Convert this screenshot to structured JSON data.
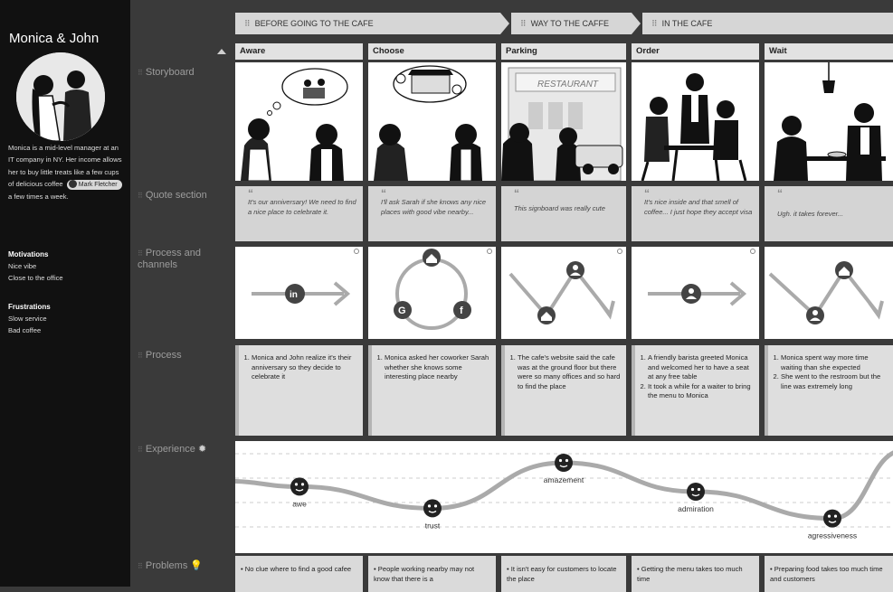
{
  "persona": {
    "name": "Monica & John",
    "description_before": "Monica is a mid-level manager at an IT company in NY. Her income allows her to buy little treats like a few cups of delicious coffee",
    "tag": "Mark Fletcher",
    "description_after": "a few times a week.",
    "motivations_title": "Motivations",
    "motivations": [
      "Nice vibe",
      "Close to the office"
    ],
    "frustrations_title": "Frustrations",
    "frustrations": [
      "Slow service",
      "Bad coffee"
    ]
  },
  "rows": {
    "storyboard": "Storyboard",
    "quote": "Quote section",
    "channels": "Process and channels",
    "process": "Process",
    "experience": "Experience",
    "problems": "Problems"
  },
  "phases": [
    "BEFORE GOING TO THE CAFE",
    "WAY TO THE CAFFE",
    "IN THE CAFE"
  ],
  "stages": [
    "Aware",
    "Choose",
    "Parking",
    "Order",
    "Wait"
  ],
  "storyboard_text": {
    "restaurant_sign": "RESTAURANT"
  },
  "quote_mark": "“",
  "quotes": [
    "It's our anniversary! We need to find a nice place to celebrate it.",
    "I'll ask Sarah if she knows any nice places with good vibe  nearby...",
    "This signboard was really cute",
    "It's nice inside and that smell of coffee... I just hope they accept visa",
    "Ugh. it takes forever..."
  ],
  "process": [
    [
      "Monica and John realize it's their anniversary so they decide to celebrate it"
    ],
    [
      "Monica asked her coworker Sarah whether she knows some interesting  place nearby"
    ],
    [
      "The cafe's website said the cafe was at the ground floor but there were so many offices and so hard to find the place"
    ],
    [
      "A friendly barista greeted Monica and welcomed her to have a seat at any free table",
      "It took a while for a waiter to bring the menu to Monica"
    ],
    [
      "Monica spent way more time waiting than she expected",
      "She went to the restroom but the line was extremely long"
    ]
  ],
  "emotions": [
    {
      "label": "awe",
      "level": 0.62
    },
    {
      "label": "trust",
      "level": 0.32
    },
    {
      "label": "amazement",
      "level": 0.95
    },
    {
      "label": "admiration",
      "level": 0.55
    },
    {
      "label": "agressiveness",
      "level": 0.18
    }
  ],
  "problems": [
    "No clue where to find a good cafee",
    "People working nearby may not know that there is a",
    "It isn't easy for customers to locate the place",
    "Getting the menu takes too much time",
    "Preparing food takes too much time and customers"
  ],
  "channel_icons": [
    "linkedin-icon",
    "google-icon",
    "facebook-icon",
    "home-icon",
    "user-icon"
  ],
  "colors": {
    "panel": "#111111",
    "board_bg": "#3a3a3a",
    "curve": "#aaaaaa"
  }
}
